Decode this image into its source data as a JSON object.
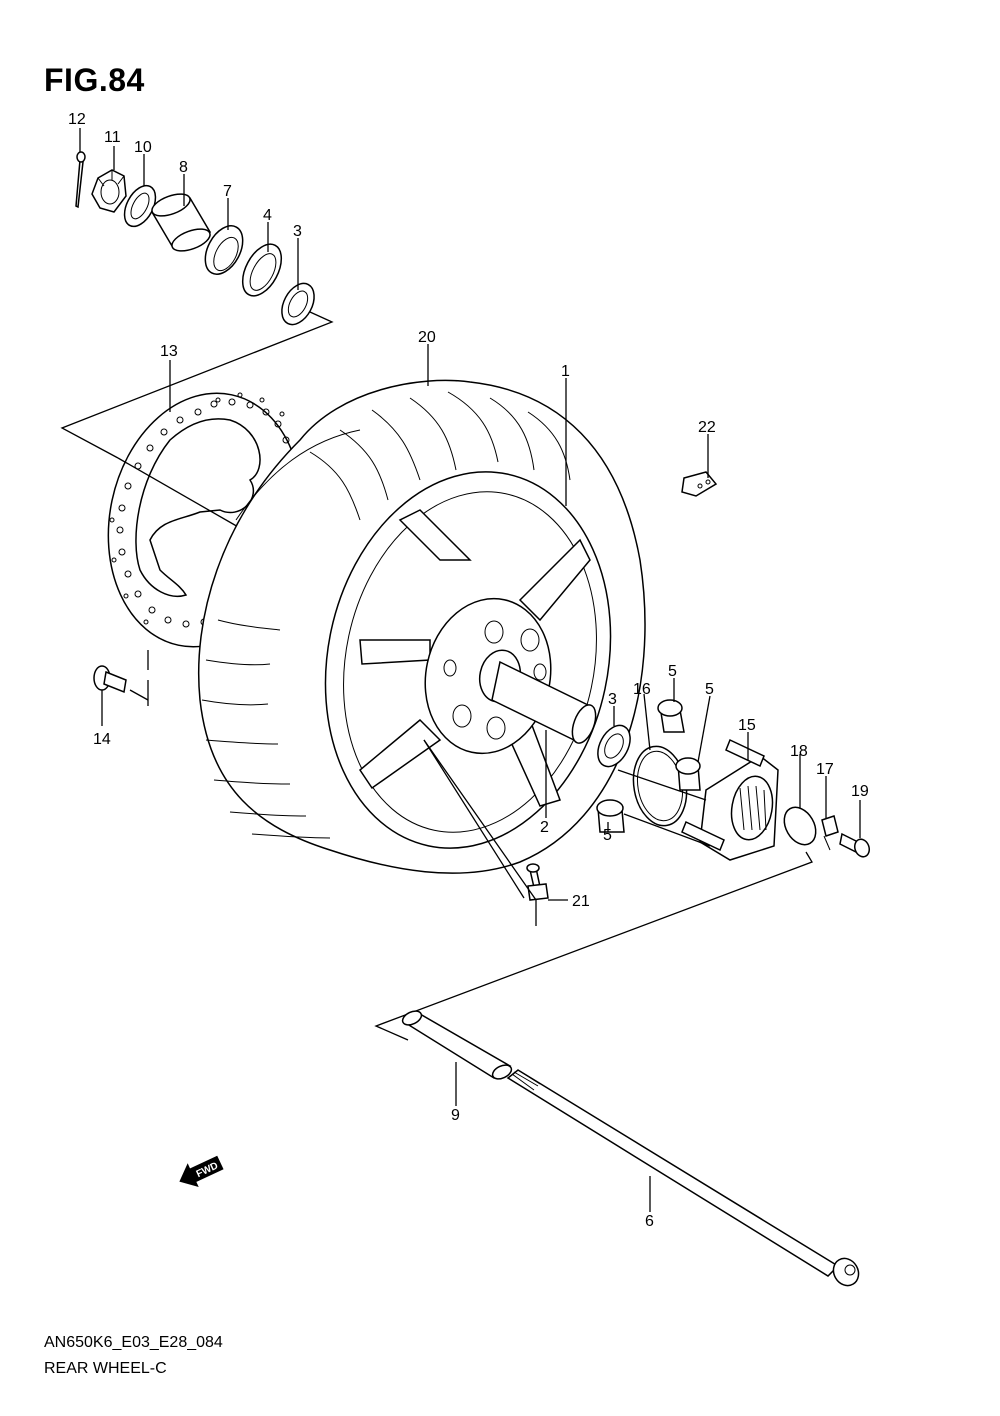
{
  "figure": {
    "title": "FIG.84"
  },
  "footer": {
    "code": "AN650K6_E03_E28_084",
    "name": "REAR WHEEL-C"
  },
  "fwd_marker": {
    "text": "FWD"
  },
  "callouts": [
    {
      "id": "c12",
      "text": "12"
    },
    {
      "id": "c11",
      "text": "11"
    },
    {
      "id": "c10",
      "text": "10"
    },
    {
      "id": "c8",
      "text": "8"
    },
    {
      "id": "c7",
      "text": "7"
    },
    {
      "id": "c4",
      "text": "4"
    },
    {
      "id": "c3a",
      "text": "3"
    },
    {
      "id": "c13",
      "text": "13"
    },
    {
      "id": "c20",
      "text": "20"
    },
    {
      "id": "c1",
      "text": "1"
    },
    {
      "id": "c22",
      "text": "22"
    },
    {
      "id": "c14",
      "text": "14"
    },
    {
      "id": "c5a",
      "text": "5"
    },
    {
      "id": "c5b",
      "text": "5"
    },
    {
      "id": "c16",
      "text": "16"
    },
    {
      "id": "c3b",
      "text": "3"
    },
    {
      "id": "c15",
      "text": "15"
    },
    {
      "id": "c18",
      "text": "18"
    },
    {
      "id": "c17",
      "text": "17"
    },
    {
      "id": "c19",
      "text": "19"
    },
    {
      "id": "c2",
      "text": "2"
    },
    {
      "id": "c5c",
      "text": "5"
    },
    {
      "id": "c21",
      "text": "21"
    },
    {
      "id": "c9",
      "text": "9"
    },
    {
      "id": "c6",
      "text": "6"
    }
  ]
}
